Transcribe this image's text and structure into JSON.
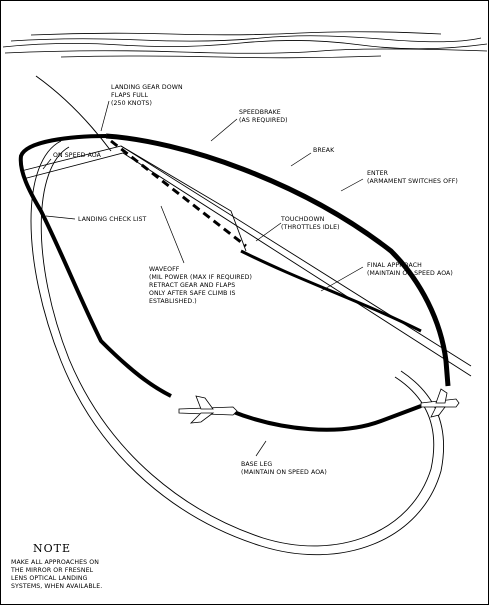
{
  "diagram": {
    "labels": {
      "landing_gear": [
        "LANDING GEAR DOWN",
        "FLAPS FULL",
        "(250 KNOTS)"
      ],
      "speedbrake": [
        "SPEEDBRAKE",
        "(AS REQUIRED)"
      ],
      "on_speed_aoa": [
        "ON SPEED AOA"
      ],
      "break": [
        "BREAK"
      ],
      "enter": [
        "ENTER",
        "(ARMAMENT SWITCHES OFF)"
      ],
      "landing_check_list": [
        "LANDING CHECK LIST"
      ],
      "touchdown": [
        "TOUCHDOWN",
        "(THROTTLES IDLE)"
      ],
      "waveoff": [
        "WAVEOFF",
        "(MIL POWER (MAX IF REQUIRED)",
        "RETRACT GEAR AND FLAPS",
        "ONLY AFTER SAFE CLIMB IS",
        "ESTABLISHED.)"
      ],
      "final_approach": [
        "FINAL APPROACH",
        "(MAINTAIN ON SPEED AOA)"
      ],
      "base_leg": [
        "BASE LEG",
        "(MAINTAIN ON SPEED AOA)"
      ]
    },
    "note": {
      "title": "NOTE",
      "lines": [
        "MAKE ALL APPROACHES ON",
        "THE MIRROR OR FRESNEL",
        "LENS OPTICAL LANDING",
        "SYSTEMS, WHEN AVAILABLE."
      ]
    }
  }
}
